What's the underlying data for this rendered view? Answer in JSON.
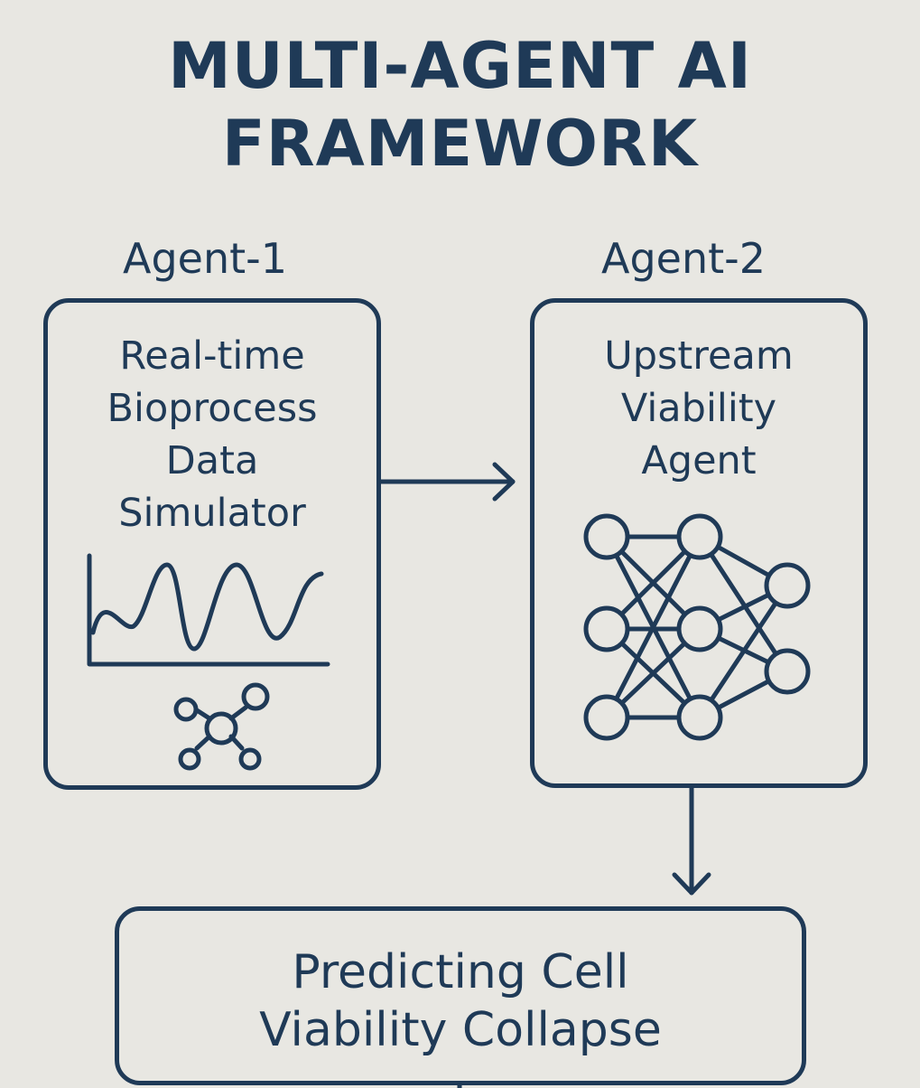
{
  "title": {
    "line1": "MULTI-AGENT AI",
    "line2": "FRAMEWORK"
  },
  "agent1": {
    "label": "Agent-1",
    "text": [
      "Real-time",
      "Bioprocess",
      "Data",
      "Simulator"
    ],
    "icons": [
      "waveform-chart-icon",
      "molecule-icon"
    ]
  },
  "agent2": {
    "label": "Agent-2",
    "text": [
      "Upstream",
      "Viability",
      "Agent"
    ],
    "icons": [
      "neural-network-icon"
    ]
  },
  "output": {
    "text": [
      "Predicting Cell",
      "Viability Collapse"
    ]
  },
  "colors": {
    "ink": "#1f3a57",
    "background": "#e8e7e2"
  }
}
